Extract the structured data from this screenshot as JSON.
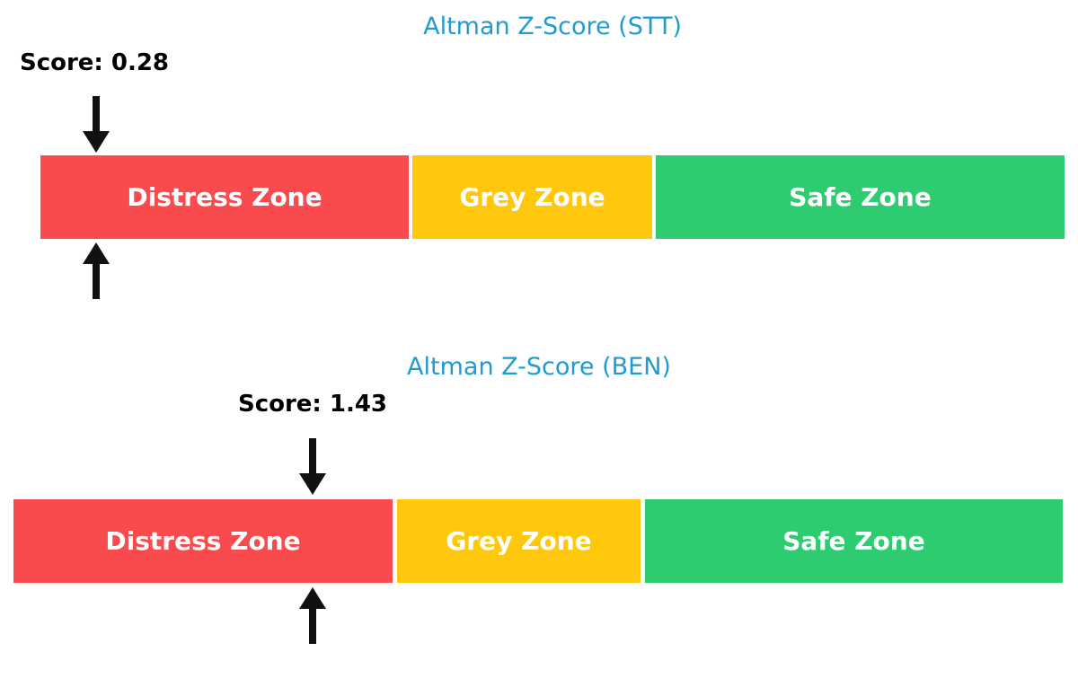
{
  "colors": {
    "background": "#FFFFFF",
    "title_blue": "#1E9CD2",
    "score_text": "#000000",
    "distress_red": "#F94B4E",
    "grey_yellow": "#FFC80D",
    "safe_green": "#2ECC71",
    "zone_label_text": "#FFFFFF",
    "arrow_black": "#111111"
  },
  "charts": [
    {
      "title": "Altman Z-Score (STT)",
      "score_label": "Score: 0.28",
      "score": 0.28,
      "zones": [
        {
          "label": "Distress Zone"
        },
        {
          "label": "Grey Zone"
        },
        {
          "label": "Safe Zone"
        }
      ]
    },
    {
      "title": "Altman Z-Score (BEN)",
      "score_label": "Score: 1.43",
      "score": 1.43,
      "zones": [
        {
          "label": "Distress Zone"
        },
        {
          "label": "Grey Zone"
        },
        {
          "label": "Safe Zone"
        }
      ]
    }
  ],
  "chart_data": [
    {
      "type": "bar",
      "title": "Altman Z-Score (STT)",
      "score": 0.28,
      "score_annotation": "Score: 0.28",
      "axis_range": [
        0,
        5
      ],
      "grid": false,
      "legend": "none",
      "marker": "double-arrow-at-score",
      "zones": [
        {
          "label": "Distress Zone",
          "range": [
            0,
            1.81
          ],
          "color": "#F94B4E"
        },
        {
          "label": "Grey Zone",
          "range": [
            1.81,
            2.99
          ],
          "color": "#FFC80D"
        },
        {
          "label": "Safe Zone",
          "range": [
            2.99,
            5.0
          ],
          "color": "#2ECC71"
        }
      ]
    },
    {
      "type": "bar",
      "title": "Altman Z-Score (BEN)",
      "score": 1.43,
      "score_annotation": "Score: 1.43",
      "axis_range": [
        0,
        5
      ],
      "grid": false,
      "legend": "none",
      "marker": "double-arrow-at-score",
      "zones": [
        {
          "label": "Distress Zone",
          "range": [
            0,
            1.81
          ],
          "color": "#F94B4E"
        },
        {
          "label": "Grey Zone",
          "range": [
            1.81,
            2.99
          ],
          "color": "#FFC80D"
        },
        {
          "label": "Safe Zone",
          "range": [
            2.99,
            5.0
          ],
          "color": "#2ECC71"
        }
      ]
    }
  ]
}
